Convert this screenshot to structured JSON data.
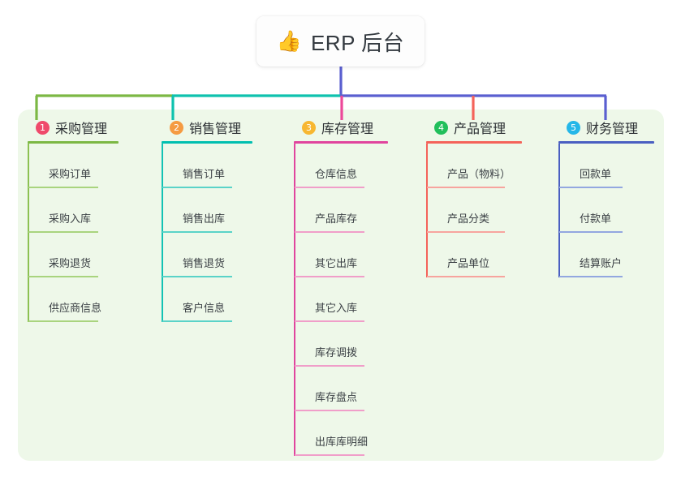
{
  "root": {
    "icon": "thumbs-up-emoji",
    "emoji": "👍",
    "title": "ERP 后台"
  },
  "palette": {
    "panel_bg": "#eef8e9",
    "page_bg": "#ffffff",
    "bus_green": "#7cb844",
    "bus_teal": "#0ec2ae",
    "bus_blue": "#5a5fd0",
    "stub_pink": "#ec4899",
    "stub_red": "#f4635a",
    "root_stem": "#5a5fd0",
    "text": "#3a3f44"
  },
  "columns": [
    {
      "number": "1",
      "title": "采购管理",
      "badge_color": "#ef4a6b",
      "rule_color": "#7cb844",
      "line_color": "#8cc152",
      "item_rule_color": "#a9d47e",
      "items": [
        {
          "label": "采购订单"
        },
        {
          "label": "采购入库"
        },
        {
          "label": "采购退货"
        },
        {
          "label": "供应商信息"
        }
      ]
    },
    {
      "number": "2",
      "title": "销售管理",
      "badge_color": "#f59b42",
      "rule_color": "#00bfb0",
      "line_color": "#12c2b4",
      "item_rule_color": "#5ad3c8",
      "items": [
        {
          "label": "销售订单"
        },
        {
          "label": "销售出库"
        },
        {
          "label": "销售退货"
        },
        {
          "label": "客户信息"
        }
      ]
    },
    {
      "number": "3",
      "title": "库存管理",
      "badge_color": "#f7b731",
      "rule_color": "#e0459e",
      "line_color": "#e0459e",
      "item_rule_color": "#f09ec9",
      "items": [
        {
          "label": "仓库信息"
        },
        {
          "label": "产品库存"
        },
        {
          "label": "其它出库"
        },
        {
          "label": "其它入库"
        },
        {
          "label": "库存调拨"
        },
        {
          "label": "库存盘点"
        },
        {
          "label": "出库库明细"
        }
      ]
    },
    {
      "number": "4",
      "title": "产品管理",
      "badge_color": "#21bf5b",
      "rule_color": "#f4635a",
      "line_color": "#f4635a",
      "item_rule_color": "#f7a49e",
      "items": [
        {
          "label": "产品（物料）"
        },
        {
          "label": "产品分类"
        },
        {
          "label": "产品单位"
        }
      ]
    },
    {
      "number": "5",
      "title": "财务管理",
      "badge_color": "#25b7e8",
      "rule_color": "#4a5fc1",
      "line_color": "#4a5fc1",
      "item_rule_color": "#93a7e0",
      "items": [
        {
          "label": "回款单"
        },
        {
          "label": "付款单"
        },
        {
          "label": "结算账户"
        }
      ]
    }
  ]
}
